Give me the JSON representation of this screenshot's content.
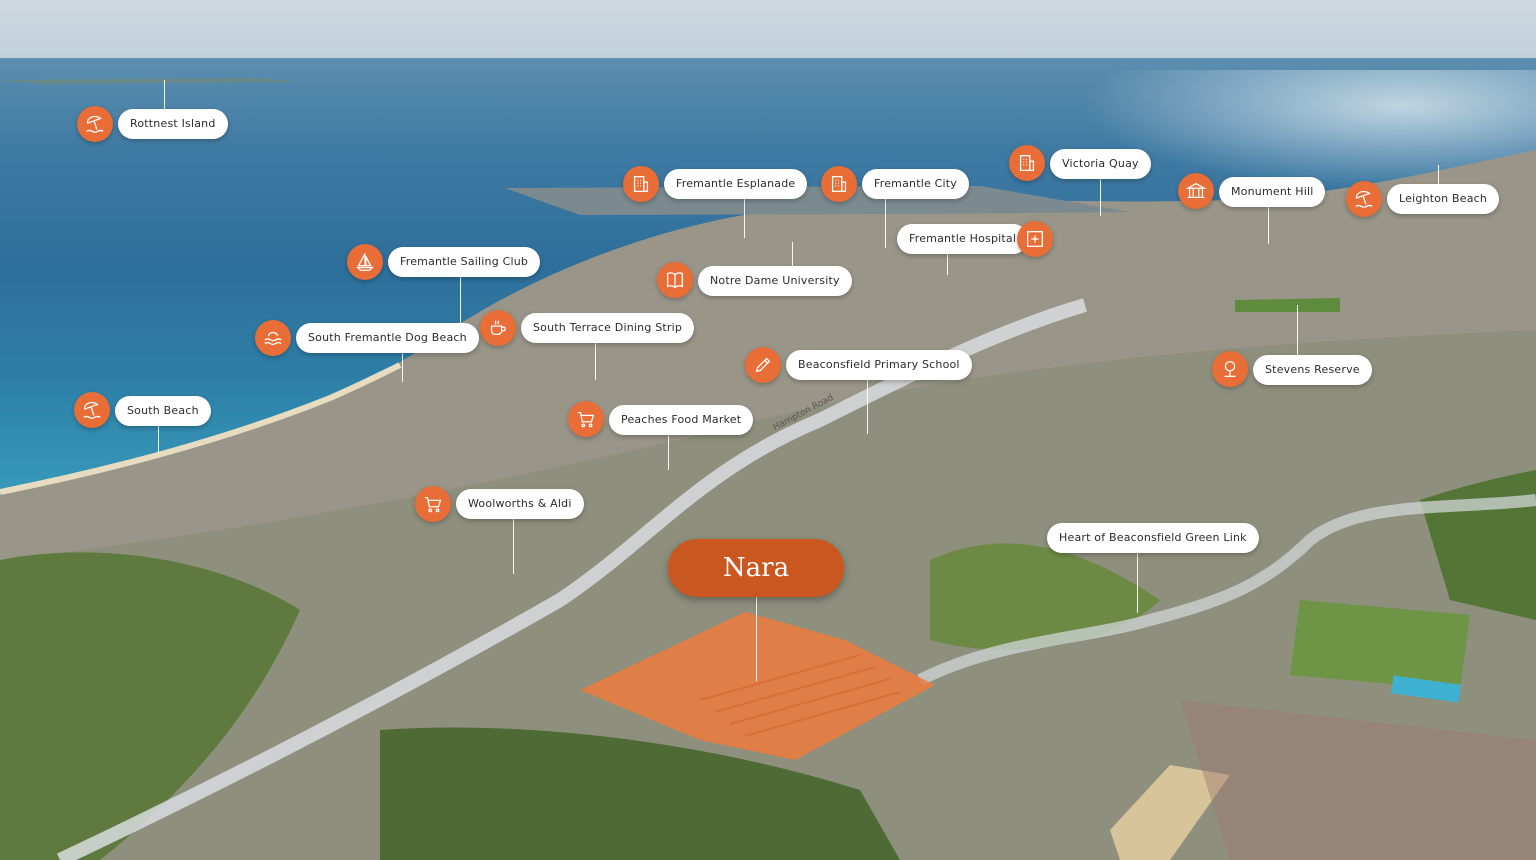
{
  "map": {
    "title": "Nara",
    "road_label": "Hampton Road",
    "accent_color": "#e86d36",
    "title_color": "#c9571f",
    "points_of_interest": [
      {
        "label": "Rottnest Island",
        "icon": "beach-umbrella-icon"
      },
      {
        "label": "Fremantle Esplanade",
        "icon": "building-icon"
      },
      {
        "label": "Fremantle City",
        "icon": "building-icon"
      },
      {
        "label": "Victoria Quay",
        "icon": "building-icon"
      },
      {
        "label": "Monument Hill",
        "icon": "monument-icon"
      },
      {
        "label": "Leighton Beach",
        "icon": "beach-umbrella-icon"
      },
      {
        "label": "Fremantle Hospital",
        "icon": "hospital-icon"
      },
      {
        "label": "Fremantle Sailing Club",
        "icon": "sailboat-icon"
      },
      {
        "label": "Notre Dame University",
        "icon": "book-icon"
      },
      {
        "label": "South Terrace Dining Strip",
        "icon": "coffee-icon"
      },
      {
        "label": "South Fremantle Dog Beach",
        "icon": "waves-icon"
      },
      {
        "label": "Beaconsfield Primary School",
        "icon": "pencil-icon"
      },
      {
        "label": "Stevens Reserve",
        "icon": "tree-icon"
      },
      {
        "label": "South Beach",
        "icon": "beach-umbrella-icon"
      },
      {
        "label": "Peaches Food Market",
        "icon": "shopping-cart-icon"
      },
      {
        "label": "Woolworths & Aldi",
        "icon": "shopping-cart-icon"
      },
      {
        "label": "Heart of Beaconsfield Green Link",
        "icon": ""
      }
    ]
  }
}
